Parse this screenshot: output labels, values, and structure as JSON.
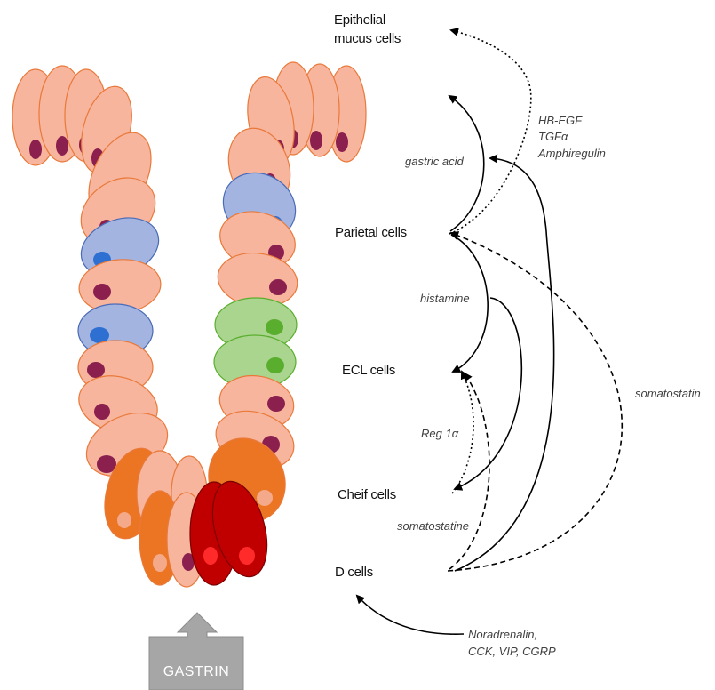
{
  "cell_types": {
    "epithelial_line1": "Epithelial",
    "epithelial_line2": "mucus cells",
    "parietal": "Parietal cells",
    "ecl": "ECL cells",
    "chief": "Cheif cells",
    "d": "D cells"
  },
  "signals": {
    "gastric_acid": "gastric acid",
    "hb_egf": "HB-EGF",
    "tgf": "TGFα",
    "amphiregulin": "Amphiregulin",
    "histamine": "histamine",
    "reg1a": "Reg 1α",
    "somatostatine": "somatostatine",
    "somatostatin": "somatostatin",
    "noradrenalin": "Noradrenalin,",
    "cck_vip_cgrp": "CCK, VIP, CGRP"
  },
  "gastrin": {
    "label": "GASTRIN"
  },
  "colors": {
    "cell_fill": "#F7B59D",
    "cell_stroke": "#E9793A",
    "nucleus": "#8B1F4E",
    "ecl_fill": "#A4B4E0",
    "ecl_nucleus": "#2E6FD2",
    "chief_fill": "#A9D58E",
    "chief_nucleus": "#5AAE2E",
    "g_cell_fill": "#EB7523",
    "d_cell_fill": "#C00000",
    "gastrin_arrow": "#A6A6A6"
  }
}
